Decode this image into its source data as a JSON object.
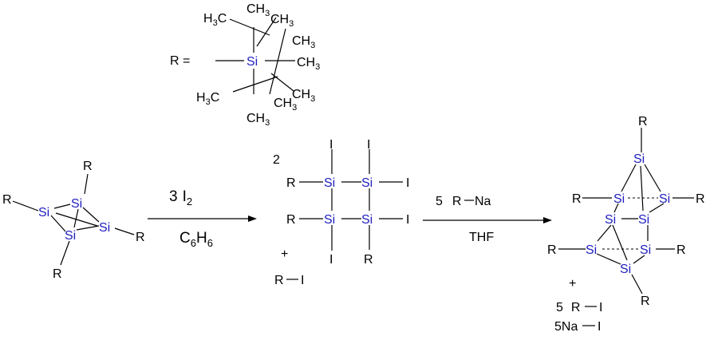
{
  "r_definition": {
    "r_label": "R =",
    "si": "Si",
    "methyl": "CH",
    "methyl_sub": "3",
    "methyl_left": "H",
    "methyl_left_sub": "3",
    "methyl_left_c": "C"
  },
  "tetrasilatetrahedrane": {
    "si": "Si",
    "r": "R"
  },
  "step1": {
    "coefficient": "3",
    "reagent": "I",
    "reagent_sub": "2",
    "solvent_c": "C",
    "solvent_c_sub": "6",
    "solvent_h": "H",
    "solvent_h_sub": "6"
  },
  "cyclotetrasilane": {
    "coefficient": "2",
    "si": "Si",
    "r": "R",
    "i": "I",
    "plus": "+",
    "byproduct_r": "R",
    "byproduct_i": "I"
  },
  "step2": {
    "coefficient": "5",
    "reagent_r": "R",
    "reagent_na": "Na",
    "solvent": "THF"
  },
  "product": {
    "si": "Si",
    "r": "R",
    "plus": "+",
    "by1_coef": "5",
    "by1_r": "R",
    "by1_i": "I",
    "by2_coef": "5",
    "by2_na": "Na",
    "by2_i": "I"
  }
}
